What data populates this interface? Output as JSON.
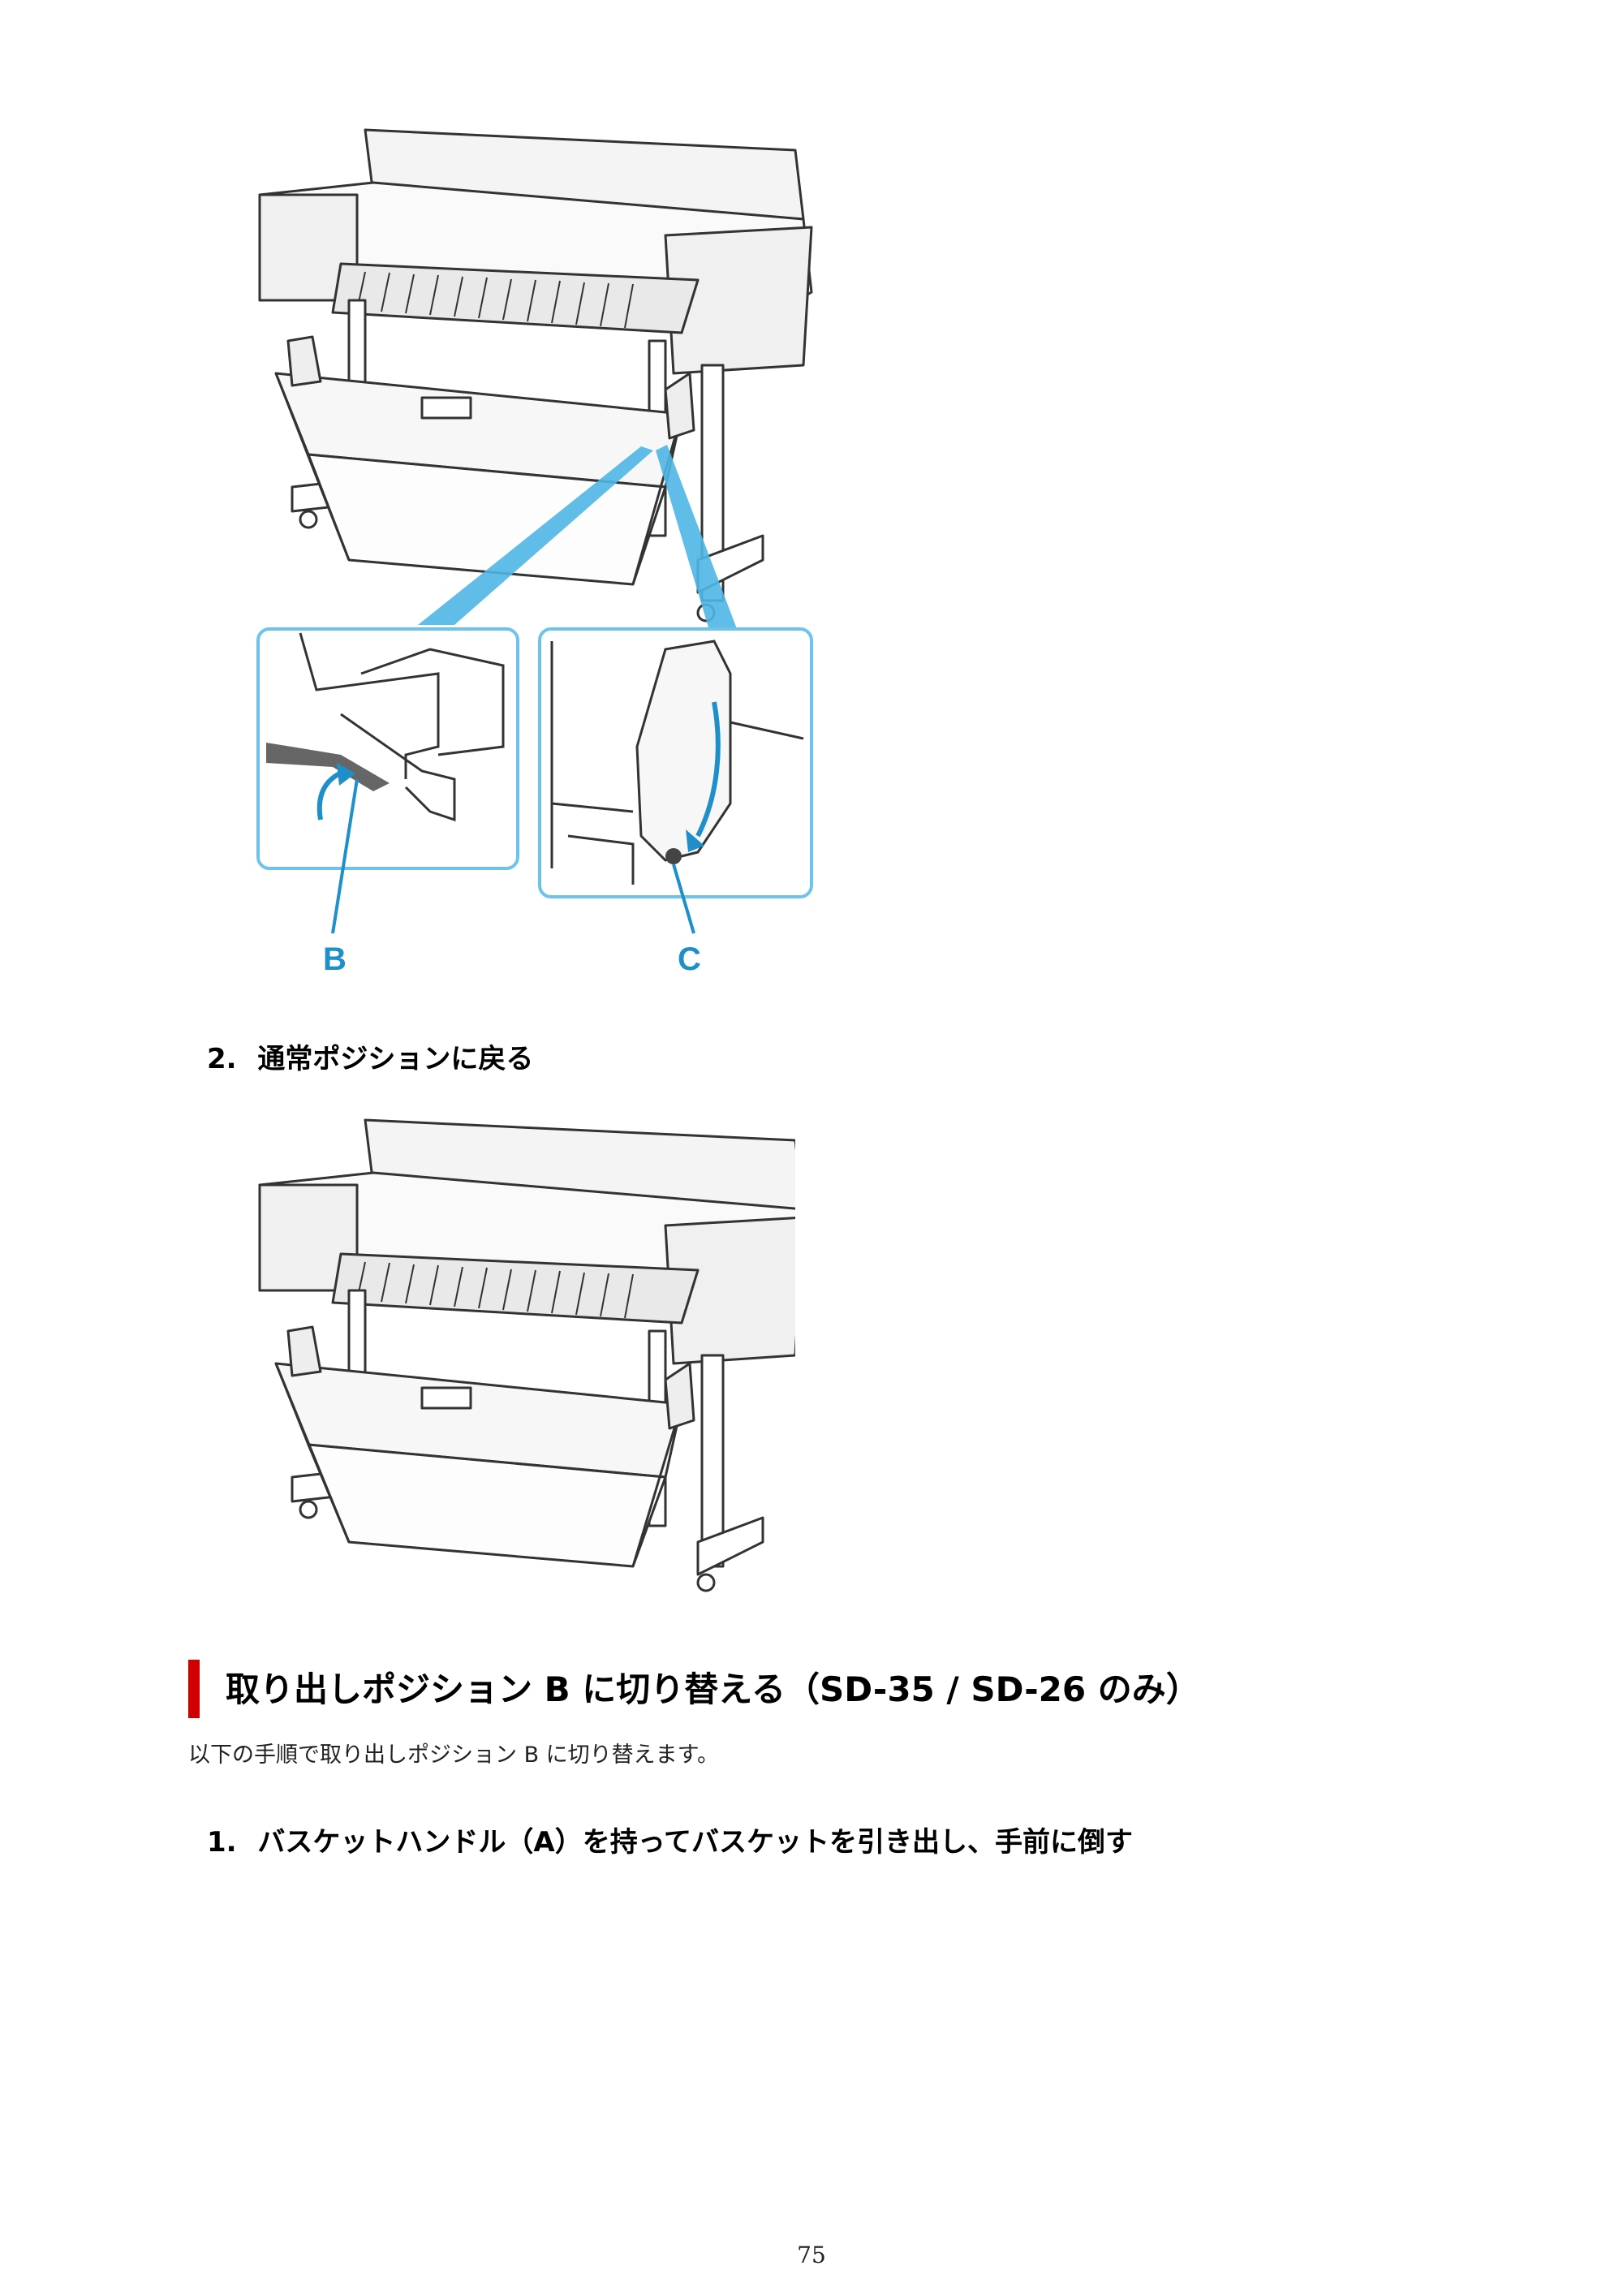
{
  "figure1": {
    "callout_b": "B",
    "callout_c": "C"
  },
  "step2": {
    "number": "2.",
    "text": "通常ポジションに戻る"
  },
  "section": {
    "title": "取り出しポジション B に切り替える（SD-35 / SD-26 のみ）",
    "intro": "以下の手順で取り出しポジション B に切り替えます。",
    "accent_color": "#d00000"
  },
  "step1": {
    "number": "1.",
    "text": "バスケットハンドル（A）を持ってバスケットを引き出し、手前に倒す"
  },
  "page": {
    "number": "75"
  },
  "colors": {
    "callout_blue": "#1e8fc9",
    "callout_box_stroke": "#6ec3ea"
  }
}
